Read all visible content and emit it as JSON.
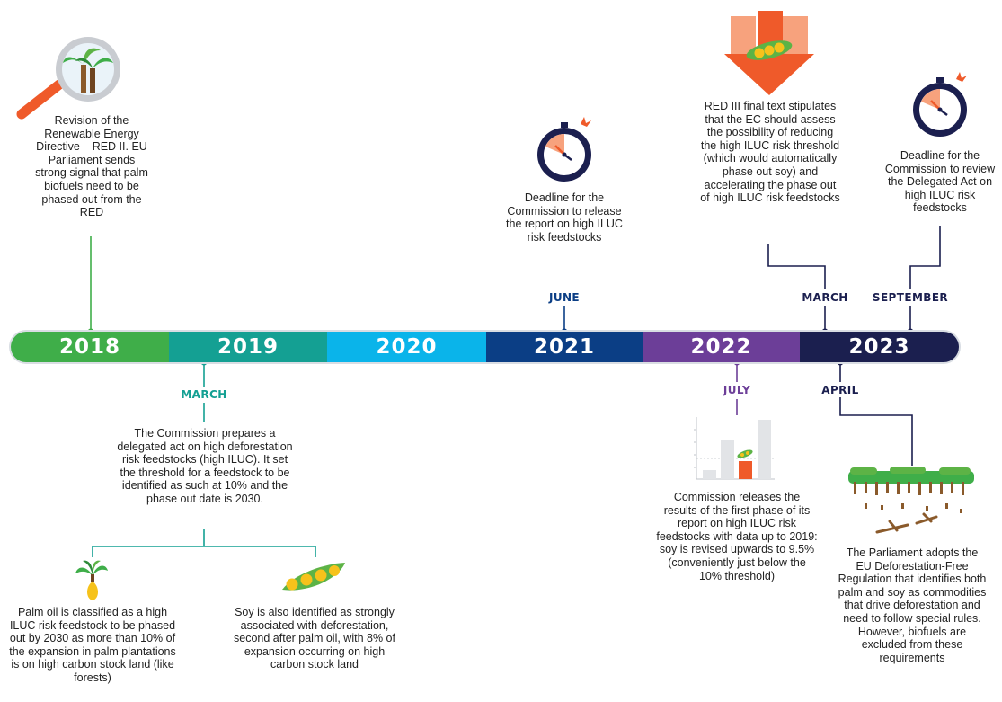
{
  "timeline": {
    "years": [
      {
        "label": "2018",
        "color": "#3fae49"
      },
      {
        "label": "2019",
        "color": "#14a093"
      },
      {
        "label": "2020",
        "color": "#0ab4ea"
      },
      {
        "label": "2021",
        "color": "#0b3e85"
      },
      {
        "label": "2022",
        "color": "#6c3e98"
      },
      {
        "label": "2023",
        "color": "#1b1f4f"
      }
    ]
  },
  "months": {
    "march_2019": "MARCH",
    "june_2021": "JUNE",
    "july_2022": "JULY",
    "march_2023": "MARCH",
    "april_2023": "APRIL",
    "september_2023": "SEPTEMBER"
  },
  "events": {
    "red2": "Revision of the Renewable Energy Directive – RED II. EU Parliament sends strong signal that palm biofuels need to be phased out from the RED",
    "delegated_act": "The Commission prepares a delegated act on high deforestation risk feedstocks (high ILUC). It set the threshold for a feedstock to be identified as such at 10% and the phase out date is 2030.",
    "palm": "Palm oil is classified as a high ILUC risk feedstock to be phased out by 2030 as more than 10% of the expansion in palm plantations is on high carbon stock land (like forests)",
    "soy": "Soy is also identified as strongly associated with deforestation, second after palm oil, with 8% of expansion occurring on high carbon stock land",
    "report_deadline": "Deadline for the Commission to release the report on high ILUC risk feedstocks",
    "report_release": "Commission releases the results of the first phase of its report on high ILUC risk feedstocks with data up to 2019: soy is revised upwards to 9.5% (conveniently just below the 10% threshold)",
    "red3": "RED III final text stipulates that the EC should assess the possibility of reducing the high ILUC risk threshold (which would automatically phase out soy) and accelerating the phase out of high ILUC risk feedstocks",
    "eudr": "The Parliament adopts the EU Deforestation-Free Regulation that identifies both palm and soy as commodities that drive deforestation and need to follow special rules. However, biofuels are excluded from these requirements",
    "review_deadline": "Deadline for the Commission to review the Delegated Act on high ILUC risk feedstocks"
  },
  "colors": {
    "green": "#3fae49",
    "teal": "#14a093",
    "navy": "#0b3e85",
    "purple": "#6c3e98",
    "dark": "#1b1f4f",
    "orange": "#ef5a2a",
    "pale_orange": "#f7a27d",
    "pod_green": "#5db346",
    "soy_yellow": "#f6c21b"
  },
  "icons": [
    "magnifier-palm-icon",
    "clock-icon",
    "down-arrow-soy-icon",
    "clock-icon",
    "bar-chart-icon",
    "palm-fruit-icon",
    "soy-pod-icon",
    "deforestation-icon"
  ]
}
